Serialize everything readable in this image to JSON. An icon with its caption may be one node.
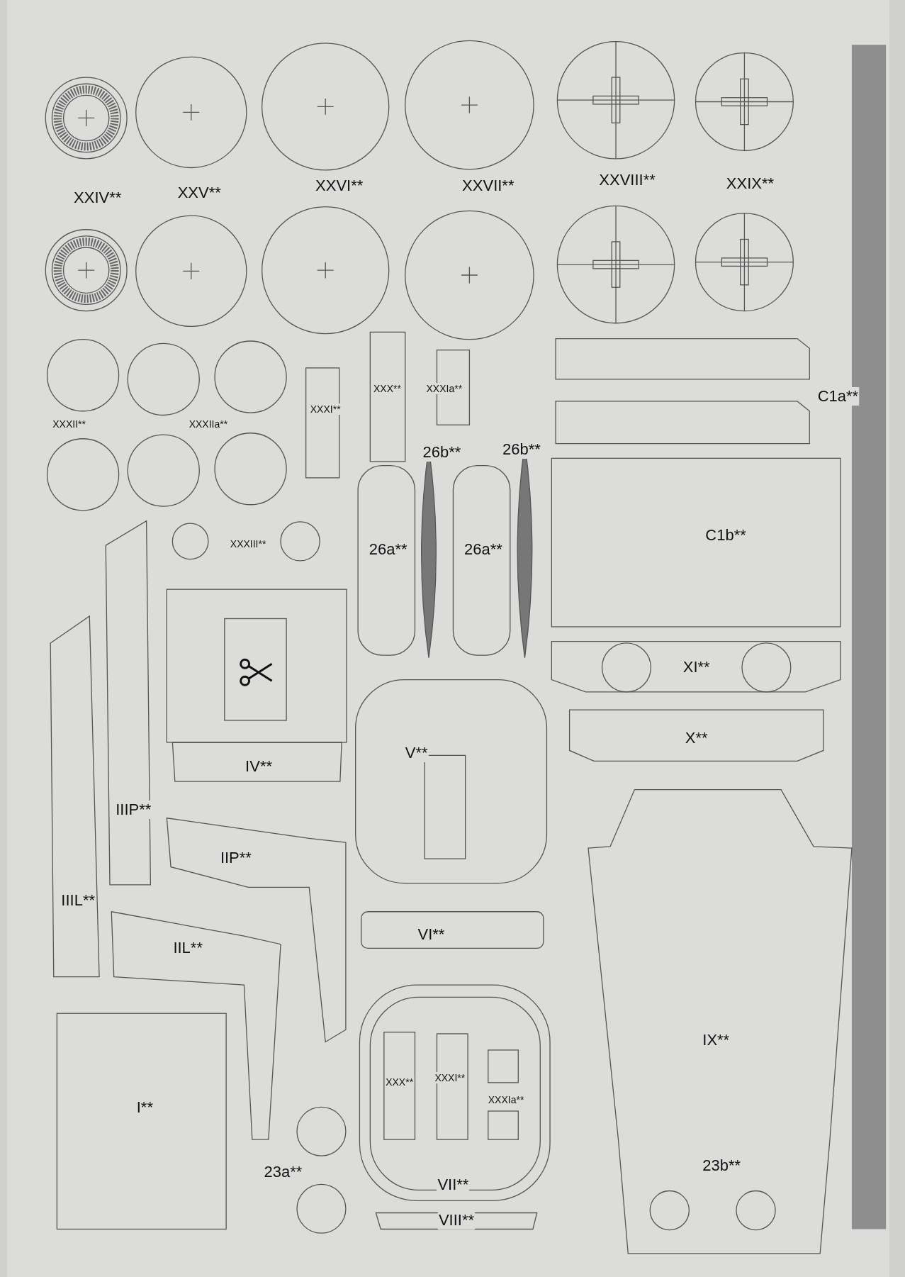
{
  "diagram": {
    "labels": [
      "XXIV**",
      "XXV**",
      "XXVI**",
      "XXVII**",
      "XXVIII**",
      "XXIX**",
      "XXX**",
      "XXXIa**",
      "C1a**",
      "XXXII**",
      "XXXIIa**",
      "XXXI**",
      "26b**",
      "26b**",
      "26a**",
      "26a**",
      "C1b**",
      "XXXIII**",
      "XI**",
      "X**",
      "IV**",
      "V**",
      "IIIP**",
      "IIP**",
      "IIIL**",
      "IIL**",
      "VI**",
      "IX**",
      "XXX**",
      "XXXI**",
      "XXXIa**",
      "I**",
      "23a**",
      "VII**",
      "23b**",
      "VIII**"
    ]
  }
}
